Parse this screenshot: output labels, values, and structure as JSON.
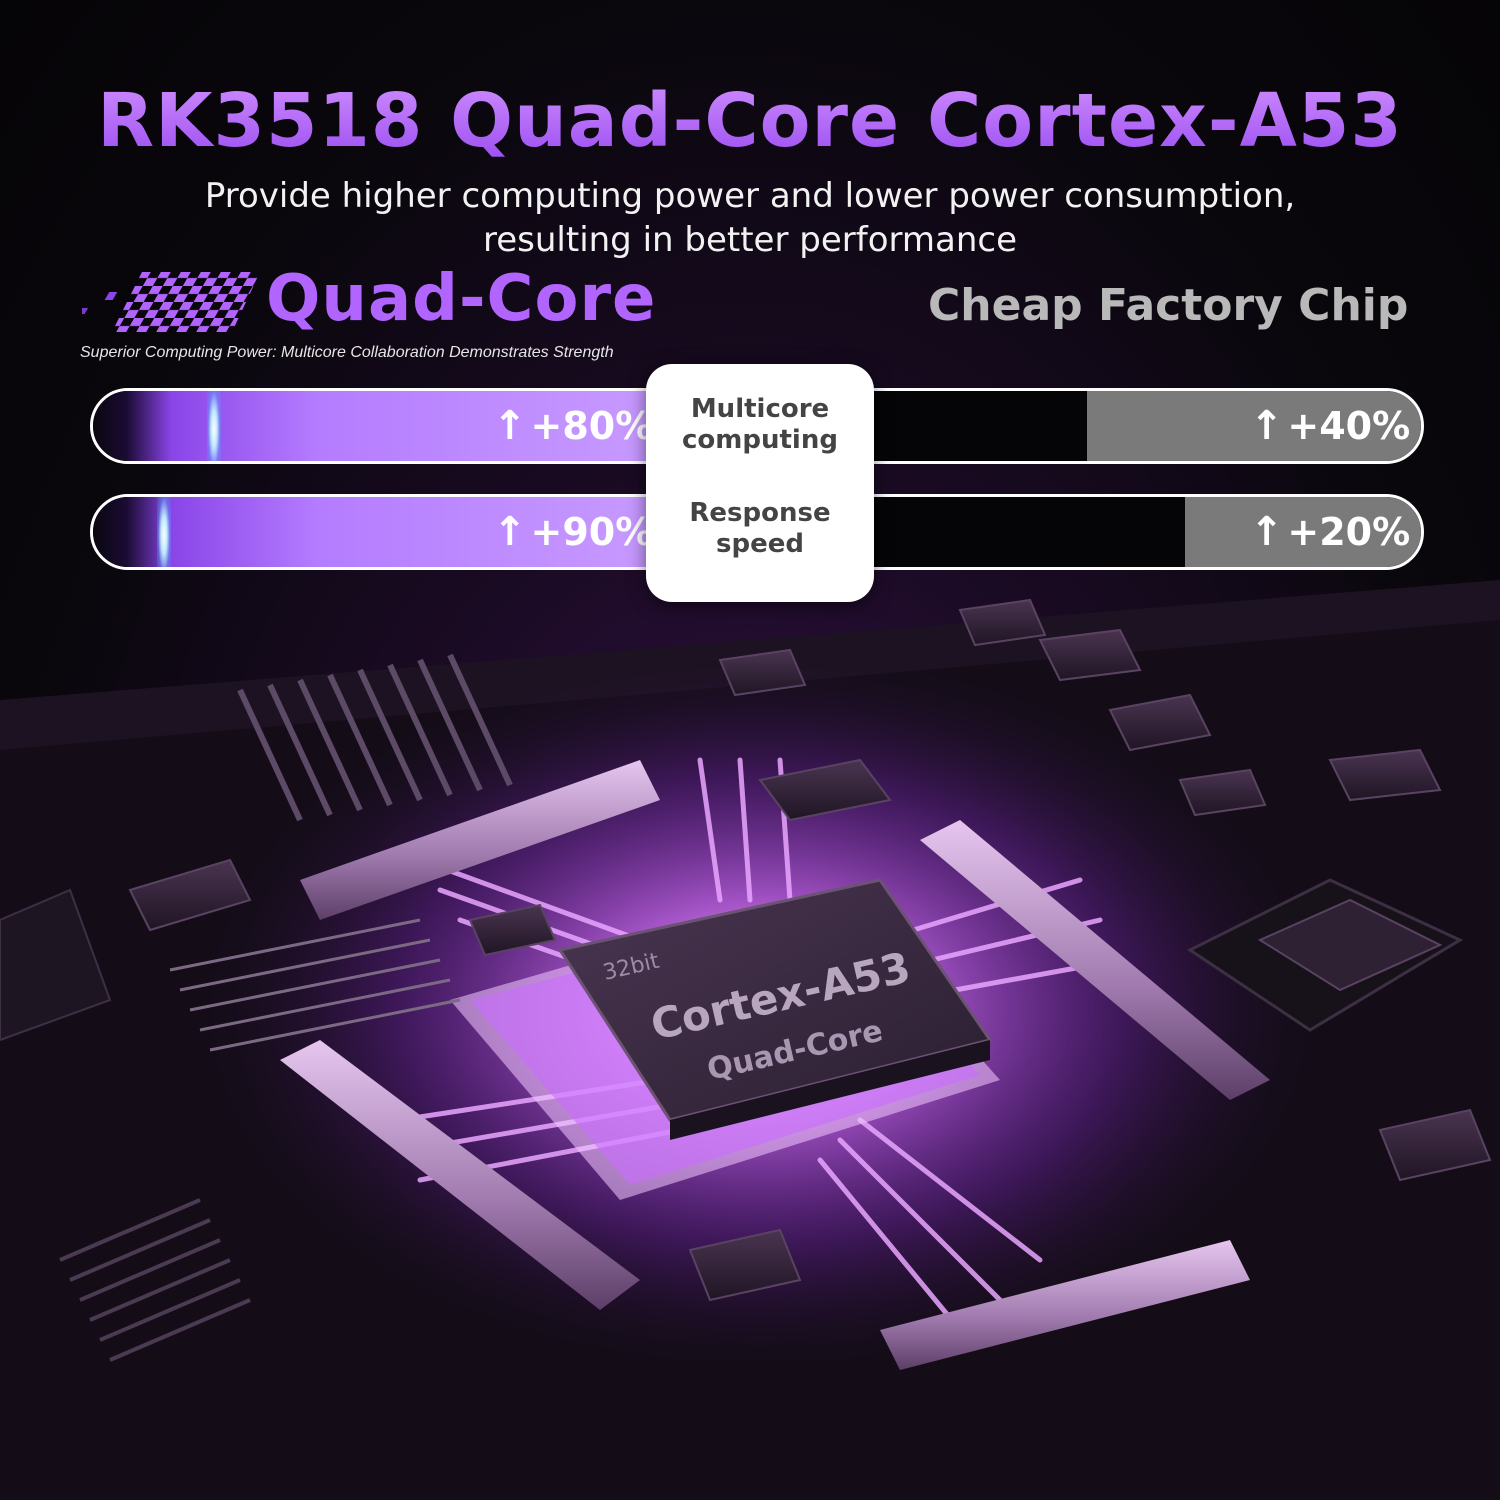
{
  "title": "RK3518 Quad-Core Cortex-A53",
  "subtitle": "Provide higher computing power and lower power consumption, resulting in better performance",
  "left_heading": "Quad-Core",
  "left_tagline": "Superior Computing Power: Multicore Collaboration Demonstrates Strength",
  "right_heading": "Cheap Factory Chip",
  "comparisons": [
    {
      "metric": "Multicore computing",
      "ours": "+80%",
      "cheap": "+40%"
    },
    {
      "metric": "Response speed",
      "ours": "+90%",
      "cheap": "+20%"
    }
  ],
  "chip": {
    "bits": "32bit",
    "name": "Cortex-A53",
    "cores": "Quad-Core"
  },
  "icons": {
    "arrow": "up-arrow-icon",
    "flag": "checkered-flag-icon"
  },
  "colors": {
    "accent": "#b264ff",
    "competitor": "#7a7a7a",
    "background": "#0a070d"
  }
}
